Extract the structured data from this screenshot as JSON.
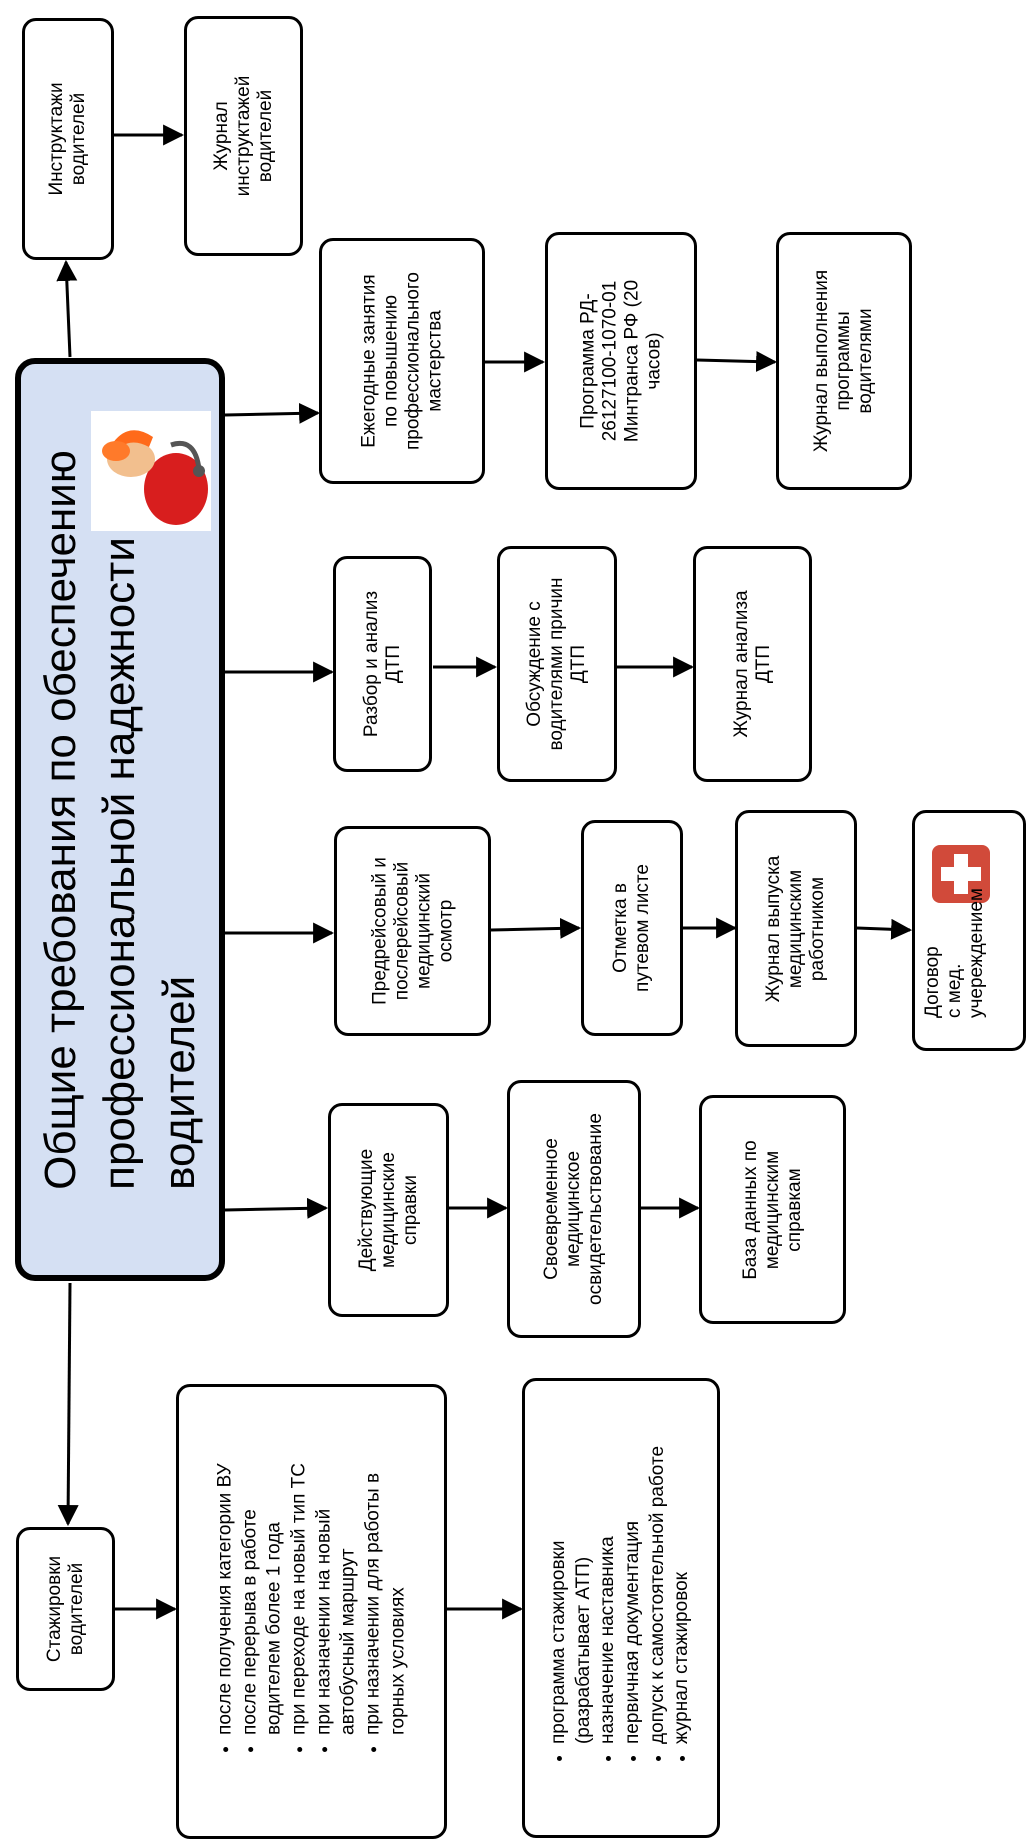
{
  "colors": {
    "main_fill": "#d5e0f3",
    "line": "#000000",
    "med_cross": "#d14a3a"
  },
  "main": {
    "lines": [
      "Общие требования по обеспечению",
      "профессиональной надежности",
      "водителей"
    ]
  },
  "instruktazh": {
    "lines": [
      "Инструктажи",
      "водителей"
    ]
  },
  "zhurnal_instr": {
    "lines": [
      "Журнал",
      "инструктажей",
      "водителей"
    ]
  },
  "ezhegod": {
    "lines": [
      "Ежегодные занятия",
      "по повышению",
      "профессионального",
      "мастерства"
    ]
  },
  "programma_rd": {
    "lines": [
      "Программа РД-",
      "26127100-1070-01",
      "Минтранса РФ (20",
      "часов)"
    ]
  },
  "zhurnal_vypoln": {
    "lines": [
      "Журнал выполнения",
      "программы",
      "водителями"
    ]
  },
  "razbor_dtp": {
    "lines": [
      "Разбор и анализ",
      "ДТП"
    ]
  },
  "obsuzhdenie": {
    "lines": [
      "Обсуждение с",
      "водителями причин",
      "ДТП"
    ]
  },
  "zhurnal_dtp": {
    "lines": [
      "Журнал анализа",
      "ДТП"
    ]
  },
  "predreis": {
    "lines": [
      "Предрейсовый и",
      "послерейсовый",
      "медицинский",
      "осмотр"
    ]
  },
  "otmetka": {
    "lines": [
      "Отметка в",
      "путевом листе"
    ]
  },
  "zhurnal_vypuska": {
    "lines": [
      "Журнал выпуска",
      "медицинским",
      "работником"
    ]
  },
  "dogovor": {
    "lines": [
      "Договор",
      "с мед.",
      "учереждением"
    ]
  },
  "spravki": {
    "lines": [
      "Действующие",
      "медицинские",
      "справки"
    ]
  },
  "svoevrem": {
    "lines": [
      "Своевременное",
      "медицинское",
      "освидетельствование"
    ]
  },
  "baza": {
    "lines": [
      "База данных по",
      "медицинским",
      "справкам"
    ]
  },
  "stazh": {
    "lines": [
      "Стажировки",
      "водителей"
    ]
  },
  "stazh_cond": {
    "items": [
      "после получения категории ВУ",
      "после перерыва в работе",
      "водителем более 1 года",
      "при переходе на новый тип ТС",
      "при назначении на новый",
      "автобусный маршрут",
      "при назначении для работы в",
      "горных условиях"
    ]
  },
  "stazh_prog": {
    "items": [
      "программа стажировки",
      "(разрабатывает АТП)",
      "назначение наставника",
      "первичная документация",
      "допуск к самостоятельной работе",
      "журнал стажировок"
    ]
  }
}
